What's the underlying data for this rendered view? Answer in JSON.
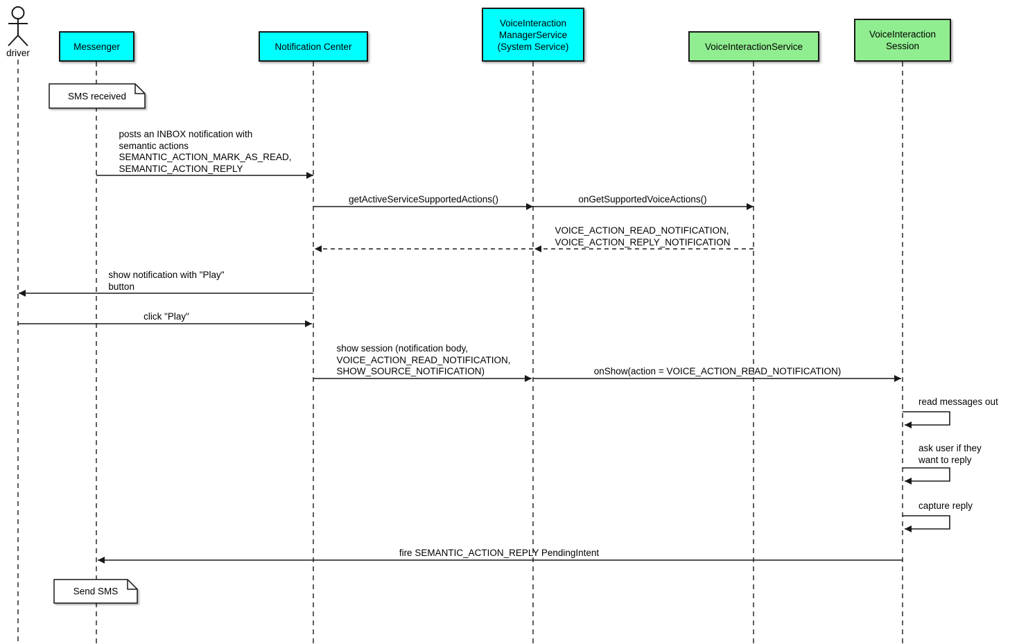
{
  "diagram_type": "uml-sequence-diagram",
  "actor": {
    "label": "driver"
  },
  "participants": [
    {
      "id": "messenger",
      "label": "Messenger",
      "fill": "#00FFFF"
    },
    {
      "id": "notification-center",
      "label": "Notification Center",
      "fill": "#00FFFF"
    },
    {
      "id": "voice-interaction-manager-service",
      "label": "VoiceInteraction\nManagerService\n(System Service)",
      "fill": "#00FFFF"
    },
    {
      "id": "voice-interaction-service",
      "label": "VoiceInteractionService",
      "fill": "#90EE90"
    },
    {
      "id": "voice-interaction-session",
      "label": "VoiceInteraction\nSession",
      "fill": "#90EE90"
    }
  ],
  "notes": [
    {
      "id": "sms-received",
      "text": "SMS received"
    },
    {
      "id": "send-sms",
      "text": "Send SMS"
    }
  ],
  "messages": [
    {
      "from": "Messenger",
      "to": "Notification Center",
      "style": "solid",
      "label": "posts an INBOX notification with\nsemantic actions\nSEMANTIC_ACTION_MARK_AS_READ,\nSEMANTIC_ACTION_REPLY"
    },
    {
      "from": "Notification Center",
      "to": "VoiceInteractionManagerService",
      "style": "solid",
      "label": "getActiveServiceSupportedActions()"
    },
    {
      "from": "VoiceInteractionManagerService",
      "to": "VoiceInteractionService",
      "style": "solid",
      "label": "onGetSupportedVoiceActions()"
    },
    {
      "from": "VoiceInteractionService",
      "to": "VoiceInteractionManagerService",
      "style": "dashed-return",
      "label": "VOICE_ACTION_READ_NOTIFICATION,\nVOICE_ACTION_REPLY_NOTIFICATION"
    },
    {
      "from": "VoiceInteractionManagerService",
      "to": "Notification Center",
      "style": "dashed-return",
      "label": ""
    },
    {
      "from": "Notification Center",
      "to": "driver",
      "style": "solid",
      "label": "show notification with \"Play\"\nbutton"
    },
    {
      "from": "driver",
      "to": "Notification Center",
      "style": "solid",
      "label": "click \"Play\""
    },
    {
      "from": "Notification Center",
      "to": "VoiceInteractionManagerService",
      "style": "solid",
      "label": "show session (notification body,\nVOICE_ACTION_READ_NOTIFICATION,\nSHOW_SOURCE_NOTIFICATION)"
    },
    {
      "from": "VoiceInteractionManagerService",
      "to": "VoiceInteractionSession",
      "style": "solid",
      "label": "onShow(action = VOICE_ACTION_READ_NOTIFICATION)"
    },
    {
      "from": "VoiceInteractionSession",
      "to": "VoiceInteractionSession",
      "style": "self",
      "label": "read messages out"
    },
    {
      "from": "VoiceInteractionSession",
      "to": "VoiceInteractionSession",
      "style": "self",
      "label": "ask user if they\nwant to reply"
    },
    {
      "from": "VoiceInteractionSession",
      "to": "VoiceInteractionSession",
      "style": "self",
      "label": "capture reply"
    },
    {
      "from": "VoiceInteractionSession",
      "to": "Messenger",
      "style": "solid",
      "label": "fire SEMANTIC_ACTION_REPLY PendingIntent"
    }
  ],
  "colors": {
    "participant_cyan": "#00FFFF",
    "participant_green": "#90EE90",
    "line": "#181818",
    "background": "#FFFFFF"
  }
}
